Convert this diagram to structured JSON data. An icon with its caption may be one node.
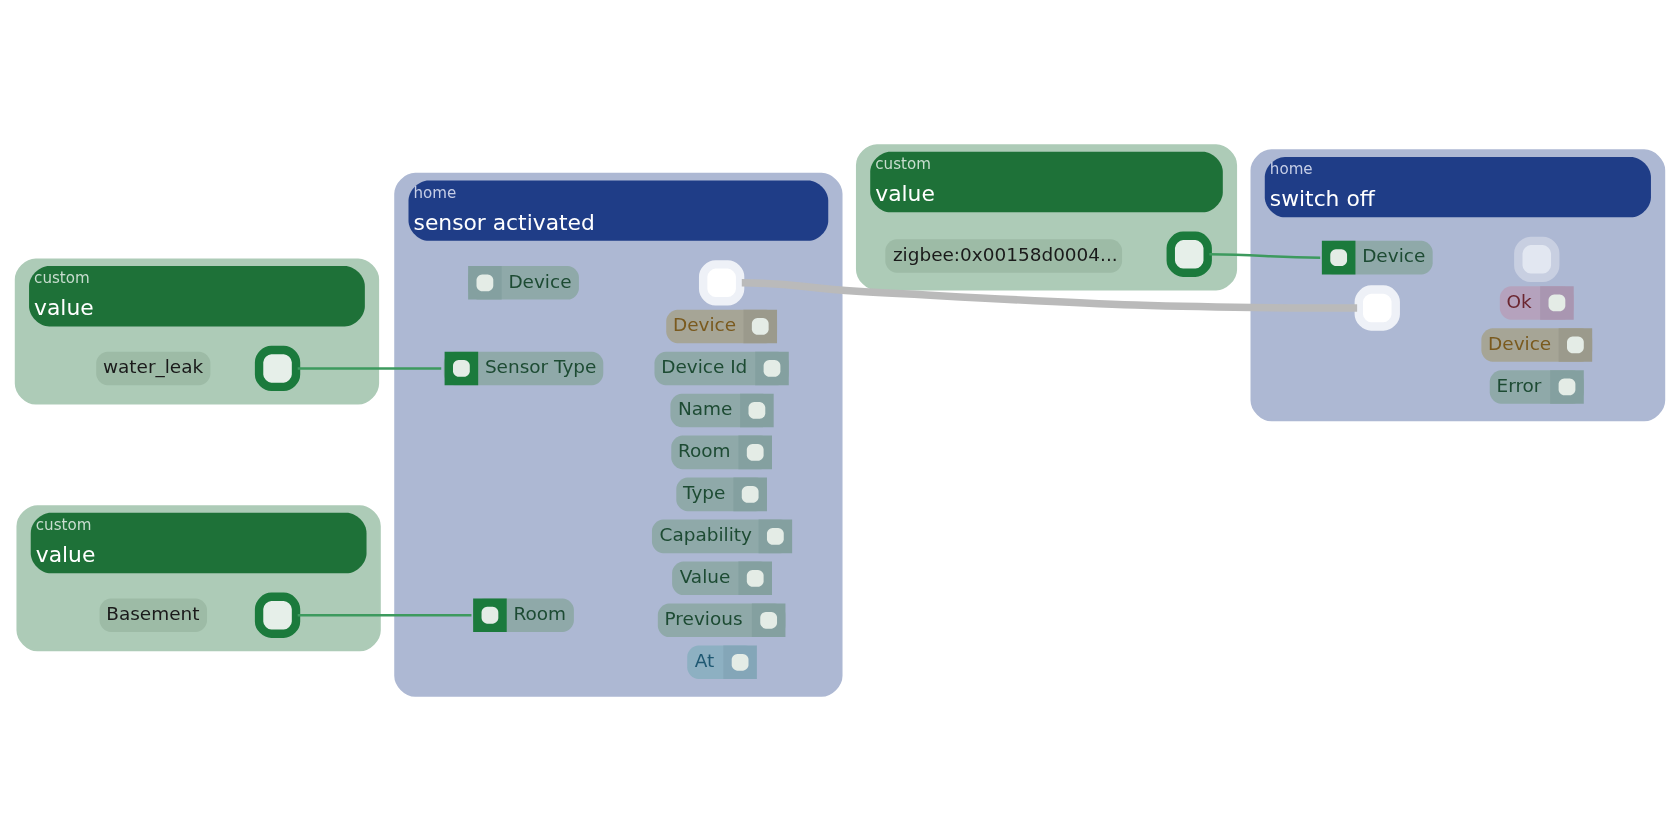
{
  "diagram": {
    "nodes": [
      {
        "text": [
          "custom",
          "value"
        ]
      },
      {
        "text": [
          "water_leak"
        ],
        "in": 0
      },
      {
        "text": [],
        "shape": "box",
        "in": 0
      },
      {
        "text": [
          "home",
          "sensor activated"
        ]
      },
      {
        "text": [
          "Device"
        ],
        "in": 3
      },
      {
        "text": [
          "Room"
        ],
        "in": 3
      },
      {
        "text": [
          "Sensor Type"
        ],
        "in": 3
      },
      {
        "text": [],
        "shape": "box",
        "in": 3
      },
      {
        "text": [
          "Device"
        ],
        "in": 3
      },
      {
        "text": [
          "Device Id"
        ],
        "in": 3
      },
      {
        "text": [
          "Name"
        ],
        "in": 3
      },
      {
        "text": [
          "Room"
        ],
        "in": 3
      },
      {
        "text": [
          "Type"
        ],
        "in": 3
      },
      {
        "text": [
          "Capability"
        ],
        "in": 3
      },
      {
        "text": [
          "Value"
        ],
        "in": 3
      },
      {
        "text": [
          "Previous"
        ],
        "in": 3
      },
      {
        "text": [
          "At"
        ],
        "in": 3
      },
      {
        "text": [
          "custom",
          "value"
        ]
      },
      {
        "text": [
          "zigbee:0x00158d0004..."
        ],
        "in": 17
      },
      {
        "text": [],
        "shape": "box",
        "in": 17
      },
      {
        "text": [
          "home",
          "switch off"
        ]
      },
      {
        "text": [],
        "shape": "box",
        "in": 20
      },
      {
        "text": [],
        "shape": "box",
        "in": 20
      },
      {
        "text": [
          "Device"
        ],
        "in": 20
      },
      {
        "text": [
          "Ok"
        ],
        "in": 20
      },
      {
        "text": [
          "Device"
        ],
        "in": 20
      },
      {
        "text": [
          "Error"
        ],
        "in": 20
      },
      {
        "text": [
          "custom",
          "value"
        ]
      },
      {
        "text": [
          "Basement"
        ],
        "in": 27
      },
      {
        "text": [],
        "shape": "box",
        "in": 27
      }
    ],
    "edges": [
      {
        "from": 2,
        "to": 6,
        "arrow": "none"
      },
      {
        "from": 29,
        "to": 5,
        "arrow": "none"
      },
      {
        "from": 7,
        "to": 21,
        "arrow": "none",
        "style": "thick",
        "color": "#bababa"
      },
      {
        "from": 19,
        "to": 23,
        "arrow": "none"
      }
    ]
  }
}
